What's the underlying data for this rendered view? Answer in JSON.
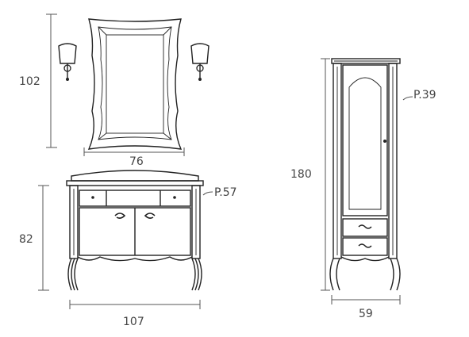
{
  "dimensions": {
    "mirror_height": "102",
    "mirror_width": "76",
    "vanity_height": "82",
    "vanity_width": "107",
    "column_height": "180",
    "column_width": "59"
  },
  "references": {
    "vanity_page": "P.57",
    "column_page": "P.39"
  }
}
